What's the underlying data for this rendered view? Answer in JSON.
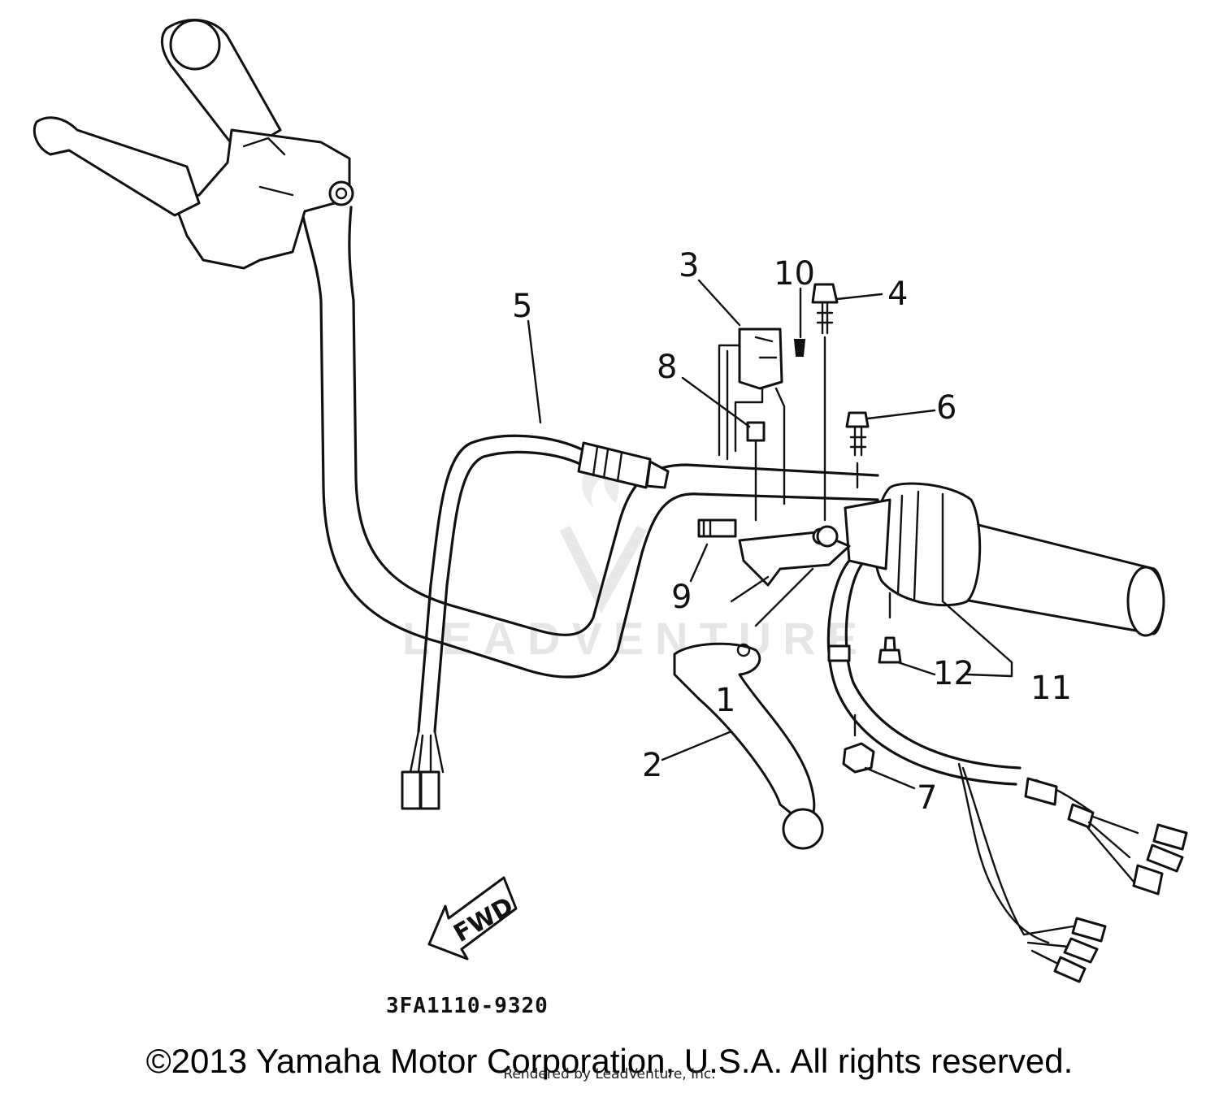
{
  "diagram": {
    "part_code": "3FA1110-9320",
    "direction_label": "FWD",
    "watermark": "LEADVENTURE",
    "callouts": [
      "1",
      "2",
      "3",
      "4",
      "5",
      "6",
      "7",
      "8",
      "9",
      "10",
      "11",
      "12"
    ]
  },
  "footer": {
    "copyright": "©2013 Yamaha Motor Corporation, U.S.A. All rights reserved.",
    "rendered_by": "Rendered by LeadVenture, Inc."
  }
}
